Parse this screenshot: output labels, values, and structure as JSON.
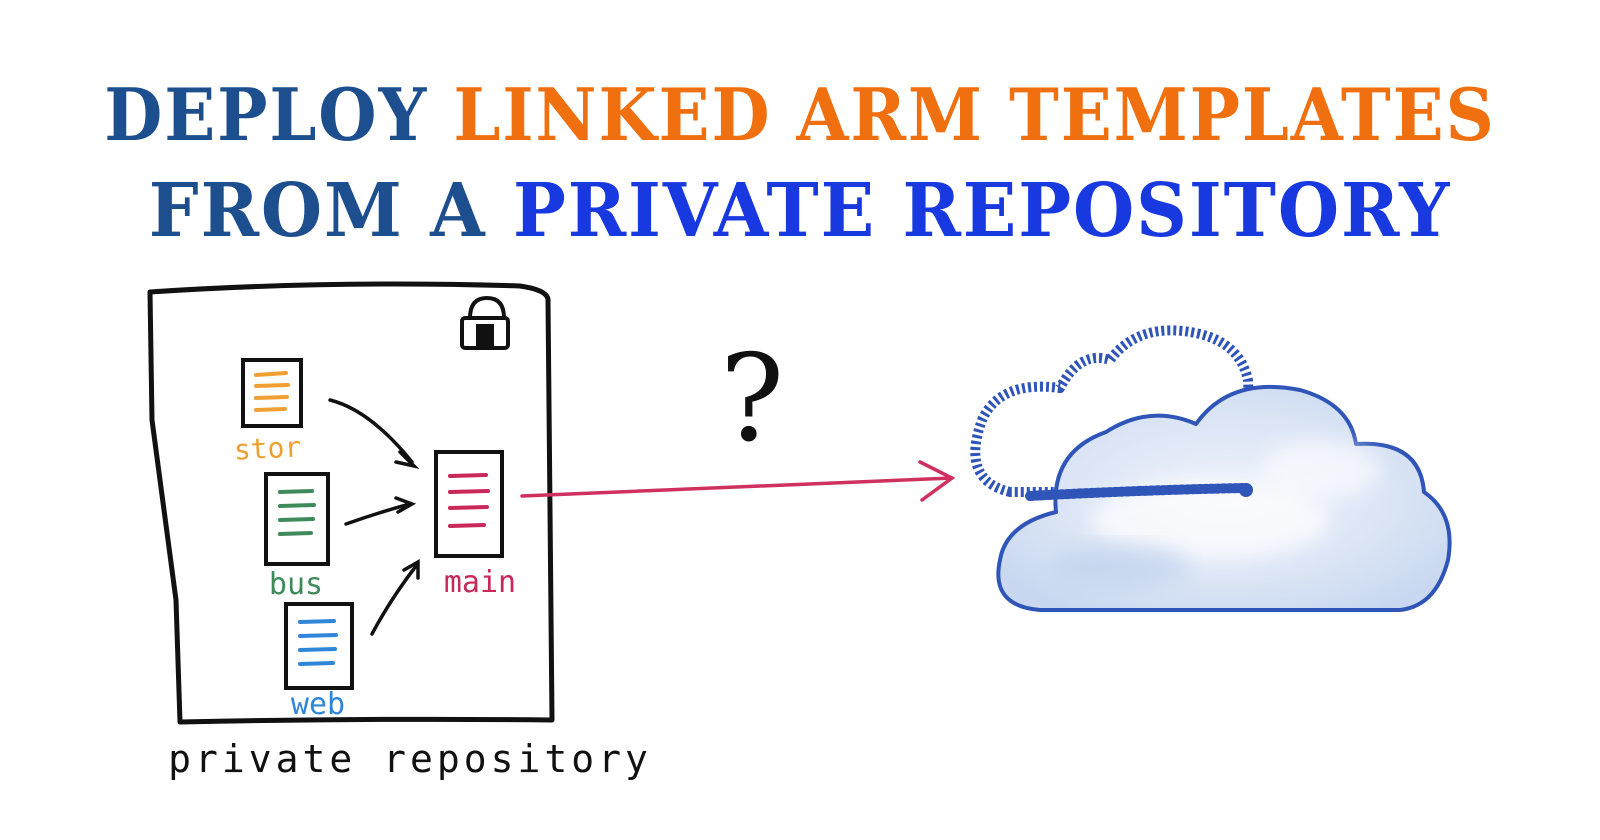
{
  "title": {
    "line1": {
      "part1": "DEPLOY",
      "part2": "LINKED ARM TEMPLATES"
    },
    "line2": {
      "part1": "FROM A",
      "part2": "PRIVATE REPOSITORY"
    }
  },
  "repository": {
    "label": "private repository",
    "files": [
      {
        "name": "stor",
        "color": "#f0a030"
      },
      {
        "name": "bus",
        "color": "#3f8a5a"
      },
      {
        "name": "web",
        "color": "#2f86d8"
      },
      {
        "name": "main",
        "color": "#c8285a"
      }
    ]
  },
  "question_mark": "?",
  "colors": {
    "title_dark": "#1d4f8f",
    "title_orange": "#f06f0e",
    "title_blue": "#1838e0",
    "arrow": "#d0305f",
    "cloud_outline": "#2f55b8",
    "cloud_fill": "#dce7f7"
  },
  "icons": [
    "lock-icon",
    "cloud-icon"
  ]
}
